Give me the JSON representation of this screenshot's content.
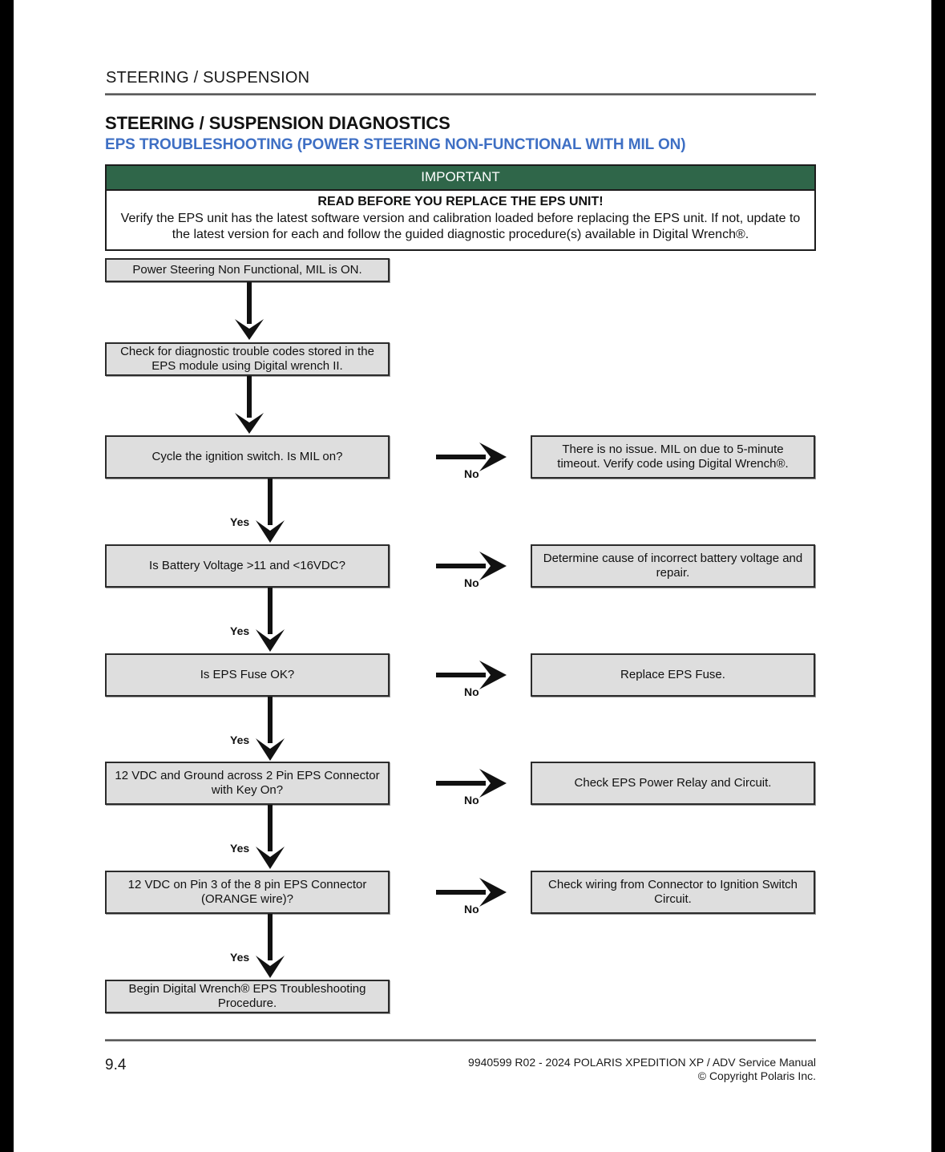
{
  "document": {
    "running_head": "STEERING / SUSPENSION",
    "title": "STEERING / SUSPENSION DIAGNOSTICS",
    "subtitle": "EPS TROUBLESHOOTING (POWER STEERING NON-FUNCTIONAL WITH MIL ON)",
    "accent_blue": "#3e6fc4",
    "accent_green": "#2f6649",
    "node_fill": "#dedede"
  },
  "callout": {
    "header": "IMPORTANT",
    "heading": "READ BEFORE YOU REPLACE THE EPS UNIT!",
    "body": "Verify the EPS unit has the latest software version and calibration loaded before replacing the EPS unit. If not, update to the latest version for each and follow the guided diagnostic procedure(s) available in Digital Wrench®."
  },
  "flow": {
    "nodes": [
      {
        "id": "start",
        "line1": "Power Steering Non Functional, MIL is ON."
      },
      {
        "id": "dtc",
        "line1": "Check for diagnostic trouble codes stored in the",
        "line2": "EPS module using Digital wrench II."
      },
      {
        "id": "q1",
        "line1": "Cycle the ignition switch. Is MIL on?"
      },
      {
        "id": "a1",
        "line1": "There is no issue. MIL on due to 5-minute",
        "line2": "timeout. Verify code using Digital Wrench®."
      },
      {
        "id": "q2",
        "line1": "Is Battery Voltage >11 and <16VDC?"
      },
      {
        "id": "a2",
        "line1": "Determine cause of incorrect battery voltage and",
        "line2": "repair."
      },
      {
        "id": "q3",
        "line1": "Is EPS Fuse OK?"
      },
      {
        "id": "a3",
        "line1": "Replace EPS Fuse."
      },
      {
        "id": "q4",
        "line1": "12 VDC and Ground across 2 Pin EPS Connector",
        "line2": "with Key On?"
      },
      {
        "id": "a4",
        "line1": "Check EPS Power Relay and Circuit."
      },
      {
        "id": "q5",
        "line1": "12 VDC on Pin 3 of the 8 pin EPS Connector",
        "line2": "(ORANGE wire)?"
      },
      {
        "id": "a5",
        "line1": "Check wiring from Connector to Ignition Switch",
        "line2": "Circuit."
      },
      {
        "id": "end",
        "line1": "Begin Digital Wrench® EPS Troubleshooting",
        "line2": "Procedure."
      }
    ],
    "labels": {
      "yes": "Yes",
      "no": "No"
    }
  },
  "footer": {
    "page_number": "9.4",
    "manual_line": "9940599 R02 - 2024 POLARIS XPEDITION XP / ADV Service Manual",
    "copyright_line": "© Copyright Polaris Inc."
  }
}
